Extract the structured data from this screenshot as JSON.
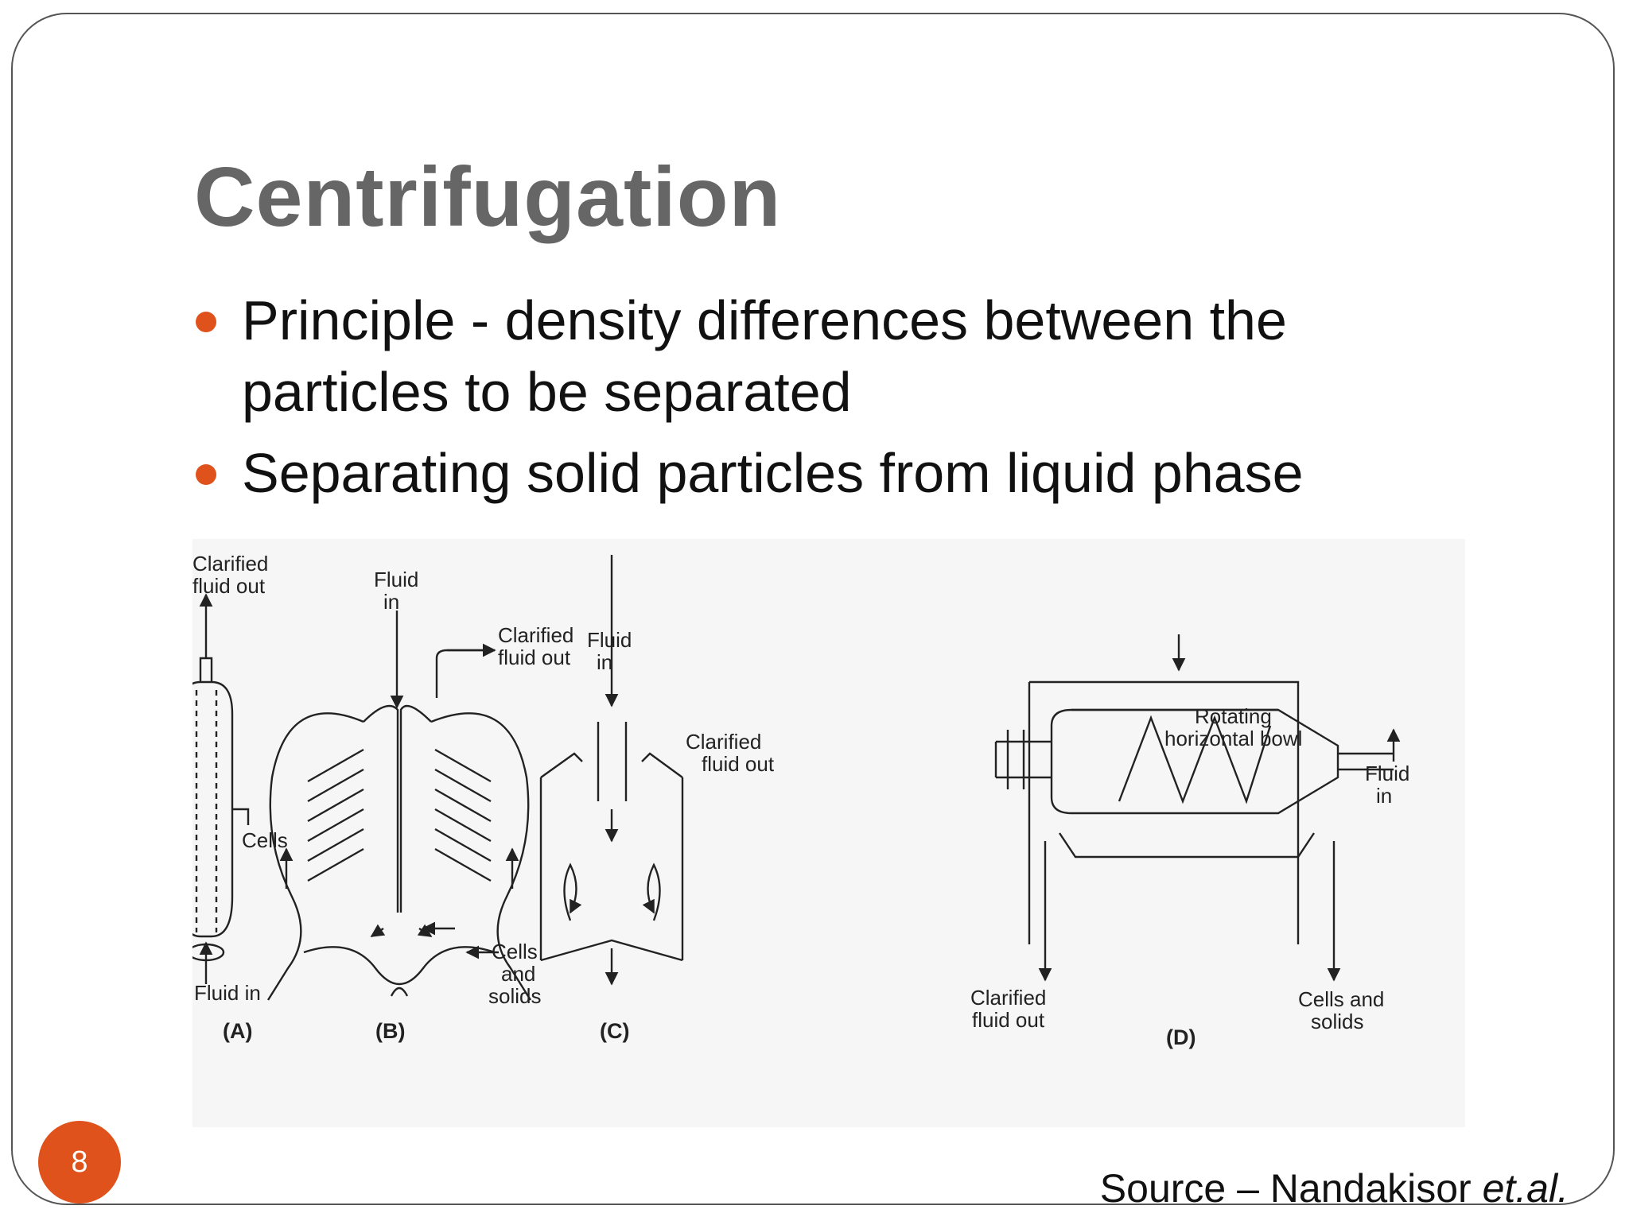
{
  "slide": {
    "title": "Centrifugation",
    "bullets": [
      "Principle - density differences between the particles to be separated",
      "Separating solid particles from liquid phase"
    ],
    "page_number": "8",
    "source": {
      "prefix": "Source – Nandakisor ",
      "italic": "et.al."
    }
  },
  "figure": {
    "panel_a": {
      "label": "(A)",
      "text_top_1": "Clarified",
      "text_top_2": "fluid out",
      "cells": "Cells",
      "fluid_in": "Fluid in"
    },
    "panel_b": {
      "label": "(B)",
      "fluid_in_1": "Fluid",
      "fluid_in_2": "in",
      "clarified_1": "Clarified",
      "clarified_2": "fluid out",
      "cells_1": "Cells",
      "cells_2": "and",
      "cells_3": "solids"
    },
    "panel_c": {
      "label": "(C)",
      "fluid_in_1": "Fluid",
      "fluid_in_2": "in",
      "clarified_1": "Clarified",
      "clarified_2": "fluid out"
    },
    "panel_d": {
      "label": "(D)",
      "rotating_1": "Rotating",
      "rotating_2": "horizontal bowl",
      "fluid_in_1": "Fluid",
      "fluid_in_2": "in",
      "clarified_1": "Clarified",
      "clarified_2": "fluid out",
      "cells_1": "Cells and",
      "cells_2": "solids"
    }
  },
  "colors": {
    "accent": "#e0521c",
    "title": "#666666",
    "text": "#111111"
  }
}
